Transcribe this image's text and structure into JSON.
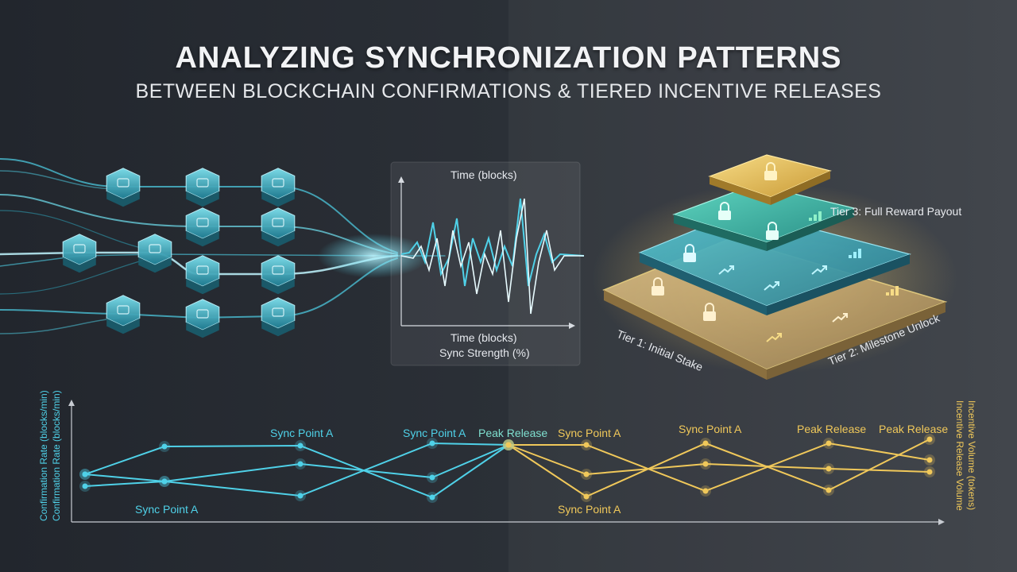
{
  "title": "ANALYZING SYNCHRONIZATION PATTERNS",
  "subtitle": "BETWEEN BLOCKCHAIN CONFIRMATIONS & TIERED INCENTIVE RELEASES",
  "waveform": {
    "top_label": "Time (blocks)",
    "bottom_label_1": "Time (blocks)",
    "bottom_label_2": "Sync Strength (%)"
  },
  "pyramid": {
    "tier1": "Tier 1: Initial Stake",
    "tier2": "Tier 2: Milestone Unlock",
    "tier3": "Tier 3: Full Reward Payout"
  },
  "timeline": {
    "left_axis_label_1": "Confirmation Rate (blocks/min)",
    "left_axis_label_2": "Confirmation Rate (blocks/min)",
    "right_axis_label_1": "Incentive Release Volume",
    "right_axis_label_2": "Incentive Volume (tokens)",
    "annotations": [
      "Sync Point A",
      "Sync Point A",
      "Sync Point A",
      "Peak Release",
      "Sync Point A",
      "Sync Point A",
      "Sync Point A",
      "Peak Release",
      "Peak Release"
    ]
  },
  "colors": {
    "cyan": "#4fd1e8",
    "gold": "#f0c85a",
    "teal": "#3fb9a8",
    "bg": "#2b3037"
  }
}
